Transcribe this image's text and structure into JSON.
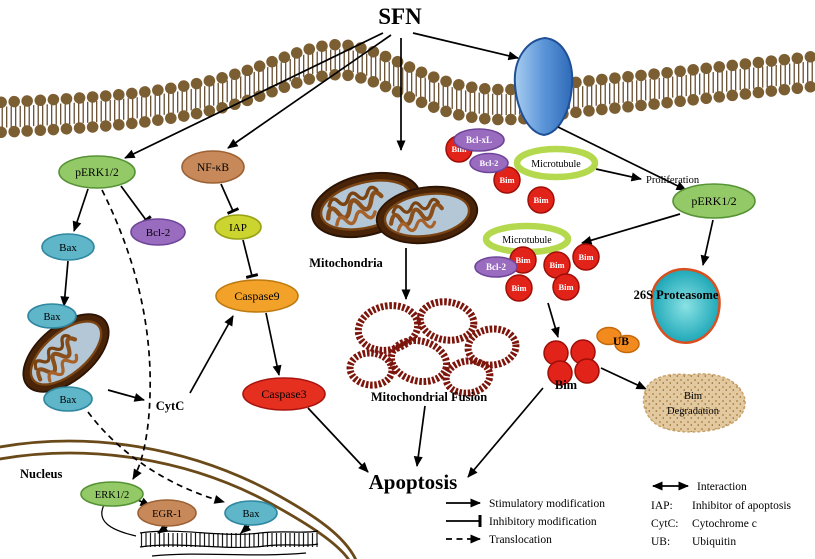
{
  "title": "SFN",
  "nodes": {
    "perk12": "pERK1/2",
    "erk12": "ERK1/2",
    "bax": "Bax",
    "bcl2": "Bcl-2",
    "bclxl": "Bcl-xL",
    "nfkb": "NF-κB",
    "iap": "IAP",
    "caspase9": "Caspase9",
    "caspase3": "Caspase3",
    "bim": "Bim",
    "microtubule": "Microtubule",
    "egr1": "EGR-1",
    "ub": "UB"
  },
  "labels": {
    "mitochondria": "Mitochondria",
    "mitochondrial_fusion": "Mitochondrial Fusion",
    "apoptosis": "Apoptosis",
    "cytc": "CytC",
    "nucleus": "Nucleus",
    "proliferation": "Proliferation",
    "proteasome_26s": "26S Proteasome",
    "bim_degradation_line1": "Bim",
    "bim_degradation_line2": "Degradation"
  },
  "legend": {
    "stimulatory": "Stimulatory modification",
    "inhibitory": "Inhibitory modification",
    "translocation": "Translocation",
    "interaction": "Interaction",
    "iap_key": "IAP:",
    "iap_value": "Inhibitor of apoptosis",
    "cytc_key": "CytC:",
    "cytc_value": "Cytochrome c",
    "ub_key": "UB:",
    "ub_value": "Ubiquitin"
  },
  "colors": {
    "erk_green": "#93c966",
    "bax_teal": "#5fb6c9",
    "bcl2_purple": "#9a6cc0",
    "nfkb_tan": "#c8895a",
    "iap_yellowgreen": "#ccd42f",
    "caspase9_orange": "#f2a229",
    "caspase3_red": "#e53020",
    "bim_red": "#e2231a",
    "microtubule_green": "#b5d94e",
    "ub_orange": "#f28a1e",
    "proteasome_teal": "#35c0c8",
    "transporter_blue": "#4f8fd6",
    "membrane_brown": "#7c5e33",
    "mitochondria_brown": "#4a2408",
    "fusion_maroon": "#7c150b",
    "degradation_tan": "#e3c9a0"
  }
}
